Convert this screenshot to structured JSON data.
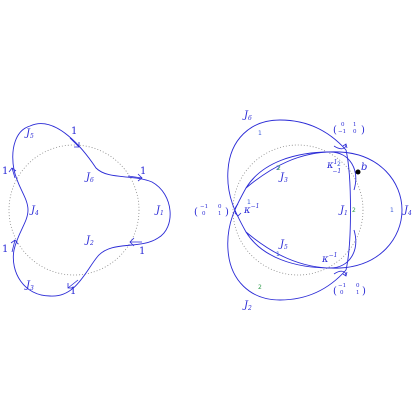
{
  "left_diagram": {
    "region_labels": {
      "J1": "J",
      "J2": "J",
      "J3": "J",
      "J4": "J",
      "J5": "J",
      "J6": "J",
      "subs": [
        "1",
        "2",
        "3",
        "4",
        "5",
        "6"
      ]
    },
    "arrow_labels": [
      "1",
      "1",
      "1",
      "1",
      "1",
      "1"
    ]
  },
  "right_diagram": {
    "region_labels": {
      "J1": "J",
      "J2": "J",
      "J3": "J",
      "J4": "J",
      "J5": "J",
      "J6": "J",
      "subs": [
        "1",
        "2",
        "3",
        "4",
        "5",
        "6"
      ]
    },
    "point_label": "b",
    "kappa_top": "κ",
    "kappa_top_exp": "−1",
    "kappa_left": "κ",
    "kappa_left_exp": "−1",
    "kappa_bottom": "κ",
    "kappa_bottom_exp": "−1",
    "kappa_top_sup": "1",
    "kappa_bottom_sup": "−1",
    "matrix_top": [
      "0",
      "1",
      "−1",
      "0"
    ],
    "matrix_left": [
      "−1",
      "0",
      "0",
      "1"
    ],
    "matrix_bottom": [
      "−1",
      "0",
      "0",
      "1"
    ],
    "small_numbers_blue": [
      "1",
      "1",
      "1",
      "2",
      "1",
      "2"
    ],
    "small_numbers_green": [
      "2",
      "2",
      "2"
    ]
  },
  "colors": {
    "curve": "#2a2ad6",
    "circle": "#888888",
    "green": "#2e9b4a"
  }
}
